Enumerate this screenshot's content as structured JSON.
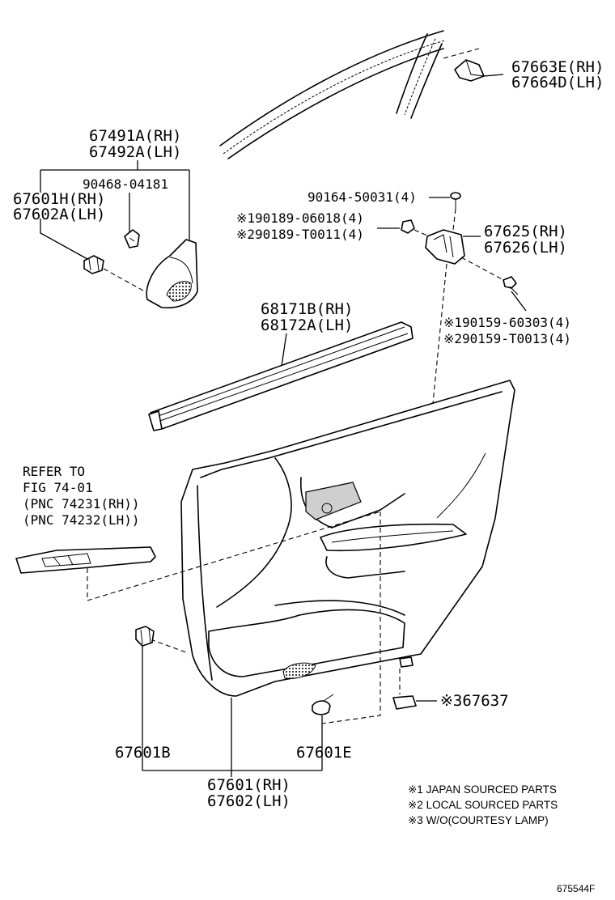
{
  "labels": {
    "p67663": "67663E(RH)",
    "p67664": "67664D(LH)",
    "p67491": "67491A(RH)",
    "p67492": "67492A(LH)",
    "p90468": "90468-04181",
    "p67601h": "67601H(RH)",
    "p67602a": "67602A(LH)",
    "p90164": "90164-50031(4)",
    "p90189a": "※190189-06018(4)",
    "p90189b": "※290189-T0011(4)",
    "p67625": "67625(RH)",
    "p67626": "67626(LH)",
    "p68171": "68171B(RH)",
    "p68172": "68172A(LH)",
    "p90159a": "※190159-60303(4)",
    "p90159b": "※290159-T0013(4)",
    "refer1": "REFER TO",
    "refer2": "FIG 74-01",
    "refer3": "(PNC 74231(RH))",
    "refer4": "(PNC 74232(LH))",
    "p67637": "※367637",
    "p67601b": "67601B",
    "p67601e": "67601E",
    "p67601": "67601(RH)",
    "p67602": "67602(LH)"
  },
  "notes": [
    "※1 JAPAN SOURCED PARTS",
    "※2 LOCAL SOURCED PARTS",
    "※3 W/O(COURTESY LAMP)"
  ],
  "figure_code": "675544F"
}
